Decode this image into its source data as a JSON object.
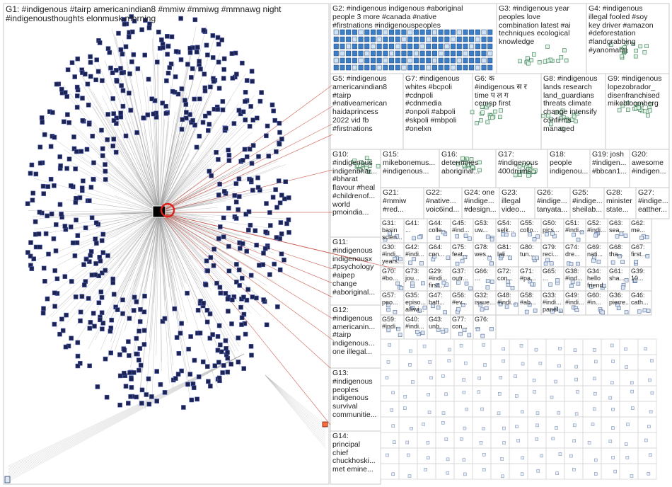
{
  "groups": [
    {
      "id": "G1",
      "text": "G1: #indigenous #tairp americanindian8 #mmiw #mmiwg #mmnawg night\n#indigenousthoughts elonmusk morning"
    },
    {
      "id": "G2",
      "text": "G2: #indigenous indigenous #aboriginal\npeople 3 more #canada #native\n#firstnations #indigenouspeoples"
    },
    {
      "id": "G3",
      "text": "G3: #indigenous year\npeoples love\ncombination latest #ai\ntechniques ecological\nknowledge"
    },
    {
      "id": "G4",
      "text": "G4: #indigenous\nillegal fooled #soy\nkey driver #amazon\n#deforestation\n#landgrabbing\n#yanomami"
    },
    {
      "id": "G5",
      "text": "G5: #indigenous\namericanindian8\n#tairp\n#nativeamerican\nhaidaprincess\n2022 vid fb\n#firstnations"
    },
    {
      "id": "G7",
      "text": "G7: #indigenous\nwhites #bcpoli\n#cdnpoli\n#cdnmedia\n#onpoli #abpoli\n#skpoli #mbpoli\n#onelxn"
    },
    {
      "id": "G6",
      "text": "G6: क\n#indigenous स र\ntime प ल ग\ncemsp first"
    },
    {
      "id": "G8",
      "text": "G8: #indigenous\nlands research\nland_guardians\nthreats climate\nchange intensify\nconfirms\nmanaged"
    },
    {
      "id": "G9",
      "text": "G9: #indigenous\nlopezobrador_\ndisenfranchised\nmikebloomberg"
    },
    {
      "id": "G10",
      "text": "G10:\n#indigenous\nindigenbhar...\n#bharat\nflavour #heal\n#childrenof...\nworld\npmoindia..."
    },
    {
      "id": "G15",
      "text": "G15:\nmikebonemus...\n#indigenous..."
    },
    {
      "id": "G16",
      "text": "G16:\ndetermines\naboriginal..."
    },
    {
      "id": "G17",
      "text": "G17:\n#indigenous\n400drums..."
    },
    {
      "id": "G18",
      "text": "G18:\npeople\nindigenou..."
    },
    {
      "id": "G19",
      "text": "G19: josh\n#indigen...\n#bbcan1..."
    },
    {
      "id": "G20",
      "text": "G20:\nawesome\n#indigen..."
    },
    {
      "id": "G21",
      "text": "G21:\n#mmiw\n#red..."
    },
    {
      "id": "G22",
      "text": "G22:\n#native...\nvoic6ind..."
    },
    {
      "id": "G24",
      "text": "G24: one\n#indige...\n#design..."
    },
    {
      "id": "G23",
      "text": "G23:\nillegal\nvideo..."
    },
    {
      "id": "G26",
      "text": "G26:\n#indige...\ntanyata..."
    },
    {
      "id": "G25",
      "text": "G25:\n#indige...\nsheilab..."
    },
    {
      "id": "G28",
      "text": "G28:\nminister\nstate..."
    },
    {
      "id": "G27",
      "text": "G27:\n#indige...\neatther..."
    },
    {
      "id": "G11",
      "text": "G11:\n#indigenous\nindigenousx\n#psychology\n#aipep\nchange\n#aboriginal..."
    },
    {
      "id": "G12",
      "text": "G12:\n#indigenous\namericanin...\n#tairp\nindigenous...\none illegal..."
    },
    {
      "id": "G13",
      "text": "G13:\n#indigenous\npeoples\nindigenous\nsurvival\ncommunitie..."
    },
    {
      "id": "G14",
      "text": "G14:\nprincipal\nchief\nchuckhoski...\nmet emine..."
    }
  ],
  "small_groups": [
    {
      "id": "G31",
      "text": "G31:\nbasin\nscien..."
    },
    {
      "id": "G41",
      "text": "G41:\n..."
    },
    {
      "id": "G44",
      "text": "G44:\ncolle..."
    },
    {
      "id": "G45",
      "text": "G45:\n#ind..."
    },
    {
      "id": "G53",
      "text": "G53:\nuw..."
    },
    {
      "id": "G54",
      "text": "G54:\nselk..."
    },
    {
      "id": "G55",
      "text": "G55:\ncollo..."
    },
    {
      "id": "G50",
      "text": "G50:\npics..."
    },
    {
      "id": "G51",
      "text": "G51:\n#indi..."
    },
    {
      "id": "G52",
      "text": "G52:\n#indi..."
    },
    {
      "id": "G63",
      "text": "G63:\nsea..."
    },
    {
      "id": "G62",
      "text": "G62:\nme..."
    },
    {
      "id": "G30",
      "text": "G30:\n#indi...\nyears..."
    },
    {
      "id": "G42",
      "text": "G42:\n#indi..."
    },
    {
      "id": "G64",
      "text": "G64:\ncon..."
    },
    {
      "id": "G75",
      "text": "G75:\nfeat..."
    },
    {
      "id": "G78",
      "text": "G78:\nwes..."
    },
    {
      "id": "G81",
      "text": "G81:\nlali..."
    },
    {
      "id": "G80",
      "text": "G80:\ntun..."
    },
    {
      "id": "G79",
      "text": "G79:\nreci..."
    },
    {
      "id": "G74",
      "text": "G74:\ndre..."
    },
    {
      "id": "G69",
      "text": "G69:\nnati..."
    },
    {
      "id": "G68",
      "text": "G68:\ntha..."
    },
    {
      "id": "G67",
      "text": "G67:\nfirst..."
    },
    {
      "id": "G70",
      "text": "G70:\n#bo..."
    },
    {
      "id": "G73",
      "text": "G73:\njou..."
    },
    {
      "id": "G29",
      "text": "G29:\n#indi...\nfirst..."
    },
    {
      "id": "G37",
      "text": "G37:\noutr..."
    },
    {
      "id": "G66",
      "text": "G66:\n..."
    },
    {
      "id": "G72",
      "text": "G72:\ncon..."
    },
    {
      "id": "G71",
      "text": "G71:\n#pa..."
    },
    {
      "id": "G65",
      "text": "G65:\n..."
    },
    {
      "id": "G38",
      "text": "G38:\n#ind..."
    },
    {
      "id": "G34",
      "text": "G34:\nhello\nfriend..."
    },
    {
      "id": "G61",
      "text": "G61:\nsha..."
    },
    {
      "id": "G39",
      "text": "G39:\n10..."
    },
    {
      "id": "G57",
      "text": "G57:\npeo..."
    },
    {
      "id": "G35",
      "text": "G35:\nepiso...\nalliwi..."
    },
    {
      "id": "G47",
      "text": "G47:\nbatt..."
    },
    {
      "id": "G56",
      "text": "G56:\n#ev..."
    },
    {
      "id": "G32",
      "text": "G32:\nissue..."
    },
    {
      "id": "G48",
      "text": "G48:\n#indi..."
    },
    {
      "id": "G58",
      "text": "G58:\n#ab..."
    },
    {
      "id": "G33",
      "text": "G33:\n#indi...\npanel..."
    },
    {
      "id": "G49",
      "text": "G49:\n#indi..."
    },
    {
      "id": "G60",
      "text": "G60:\n#in..."
    },
    {
      "id": "G36",
      "text": "G36:\npierre..."
    },
    {
      "id": "G46",
      "text": "G46:\ncath..."
    },
    {
      "id": "G59",
      "text": "G59:\n#indi..."
    },
    {
      "id": "G40",
      "text": "G40:\n#indi..."
    },
    {
      "id": "G43",
      "text": "G43:\nunb..."
    },
    {
      "id": "G77",
      "text": "G77:\ncon..."
    },
    {
      "id": "G76",
      "text": "G76:\n..."
    }
  ],
  "colors": {
    "edge_gray": "#9a9a9a",
    "edge_red": "#c0392b",
    "node_fill": "#1c2350",
    "node_outline": "#4a5ab0",
    "box_border": "#c8c8c8",
    "g2_tile_blue": "#3a7fc8",
    "hub_red": "#e0201b"
  }
}
